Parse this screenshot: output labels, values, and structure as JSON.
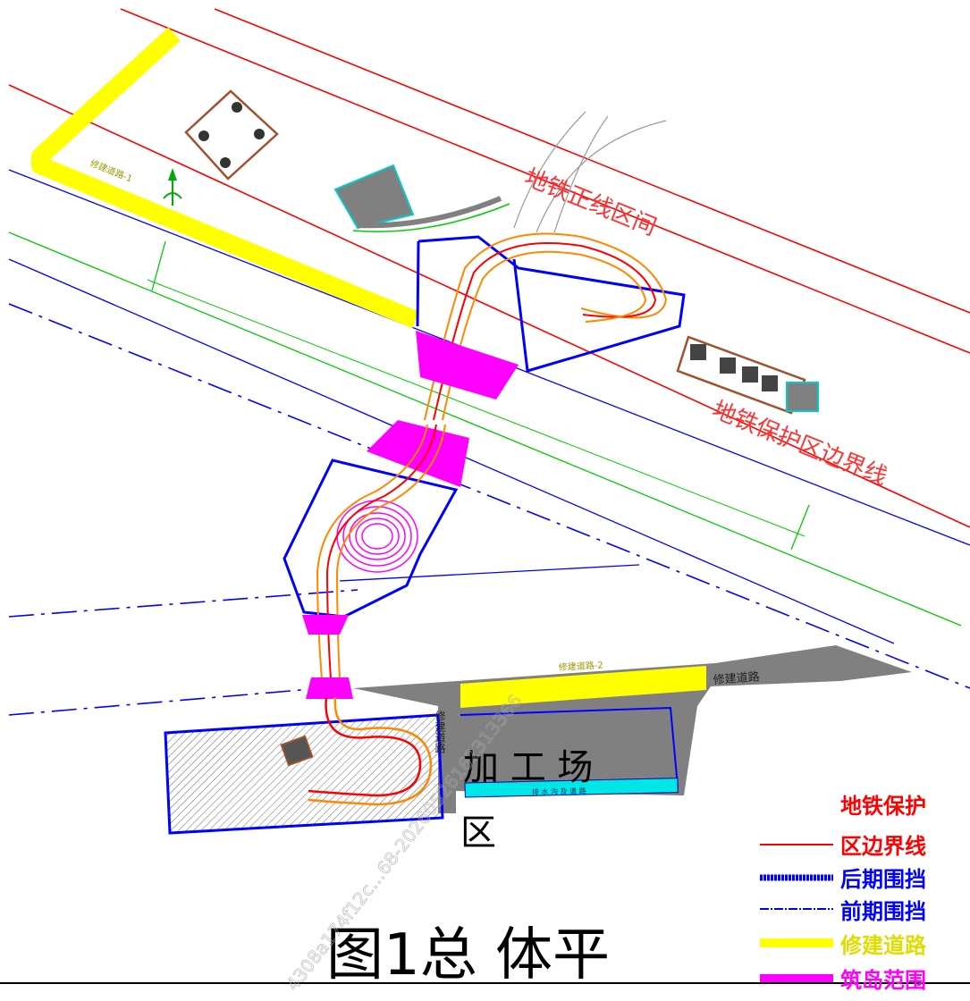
{
  "labels": {
    "subway_main_line": "地铁正线区间",
    "subway_protection_boundary": "地铁保护区边界线",
    "road_1": "修建道路-1",
    "road_2": "修建道路-2",
    "road_vertical": "修建道路",
    "road_right": "修建道路",
    "processing_area_main": "加 工 场",
    "processing_area_tail": "区",
    "cyan_strip": "排 水 沟 及 道 路"
  },
  "title": "图1总 体平",
  "watermark": "4308a174f12c…68-20260526162313366",
  "legend": {
    "header": "地铁保护",
    "items": [
      {
        "label": "区边界线",
        "color": "#ff0000",
        "style": "thin"
      },
      {
        "label": "后期围挡",
        "color": "#0000ff",
        "style": "thick-dashed"
      },
      {
        "label": "前期围挡",
        "color": "#0000ff",
        "style": "thin-dotted"
      },
      {
        "label": "修建道路",
        "color": "#ffff00",
        "style": "thick"
      },
      {
        "label": "筑岛范围",
        "color": "#ff00ff",
        "style": "thick"
      }
    ]
  },
  "colors": {
    "boundary": "#ff0000",
    "hoarding": "#0000ff",
    "green_line": "#00cc00",
    "road": "#ffff00",
    "island": "#ff00ff",
    "gray_road": "#808080",
    "cyan": "#00e5e5",
    "orange": "#ff8800"
  }
}
